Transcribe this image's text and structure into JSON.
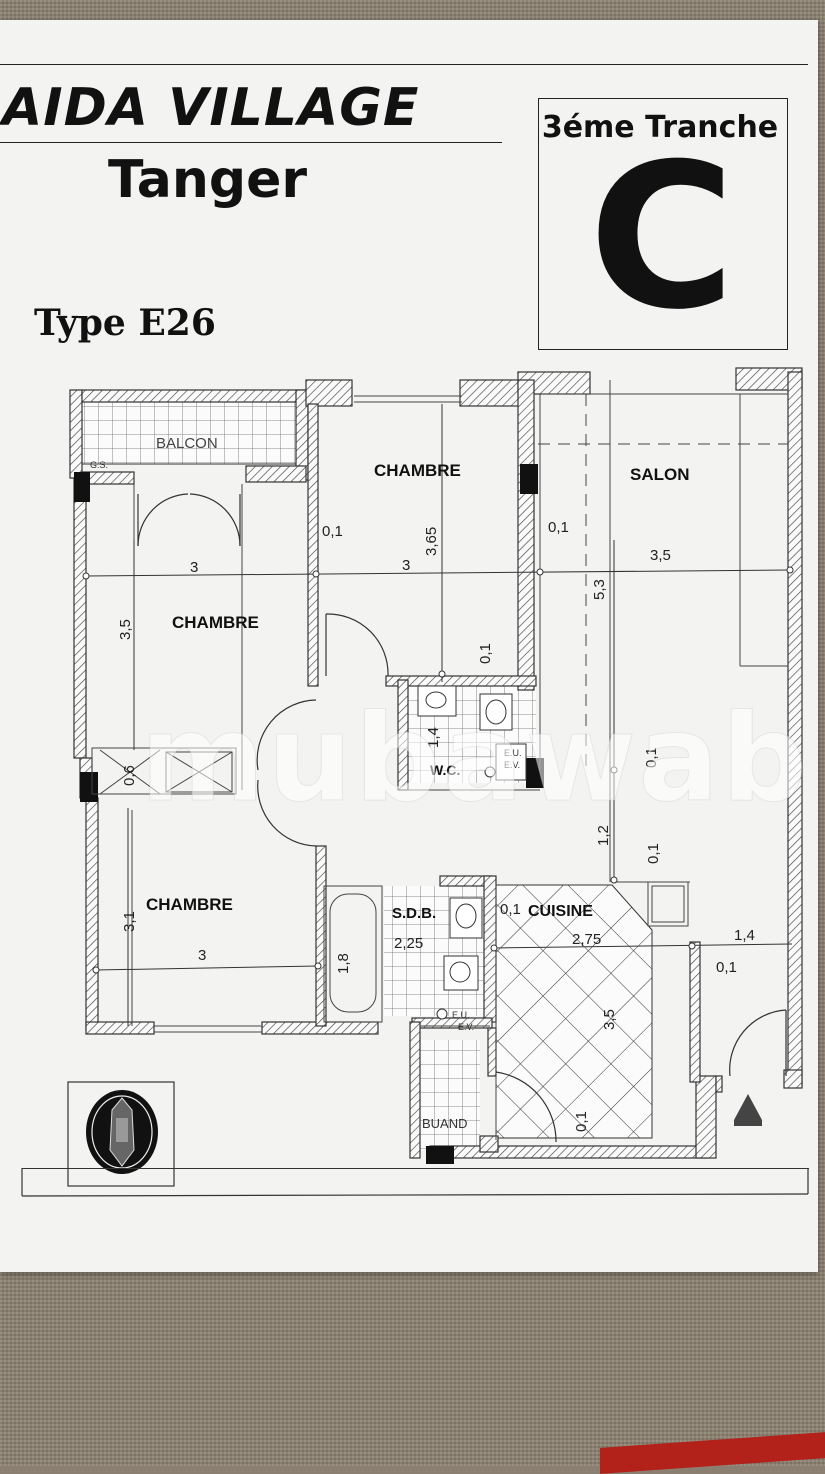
{
  "header": {
    "project": "AIDA VILLAGE",
    "city": "Tanger",
    "type": "Type E26",
    "tranche_label": "3éme Tranche",
    "tranche_letter": "C"
  },
  "rooms": {
    "balcon": "BALCON",
    "chambre_top": "CHAMBRE",
    "salon": "SALON",
    "chambre_left": "CHAMBRE",
    "wc": "W.C.",
    "chambre_bottom": "CHAMBRE",
    "sdb": "S.D.B.",
    "cuisine": "CUISINE",
    "buand": "BUAND"
  },
  "fixtures": {
    "gs": "G.S.",
    "ev_wc": "E.V.",
    "eu_wc": "E.U.",
    "eu_sdb": "E.U.",
    "ev_sdb": "E.V."
  },
  "dimensions": {
    "d1": "3",
    "d2": "3",
    "d3": "3,5",
    "d4": "3,65",
    "d5": "5,3",
    "d6": "3,5",
    "d7": "0,1",
    "d8": "0,1",
    "d9": "0,1",
    "d10": "1,4",
    "d11": "0,6",
    "d12": "0,1",
    "d13": "1,2",
    "d14": "0,1",
    "d15": "3,1",
    "d16": "3",
    "d17": "1,8",
    "d18": "2,25",
    "d19": "0,1",
    "d20": "2,75",
    "d21": "1,4",
    "d22": "0,1",
    "d23": "3,5",
    "d24": "0,1"
  },
  "watermark": "mubawab"
}
